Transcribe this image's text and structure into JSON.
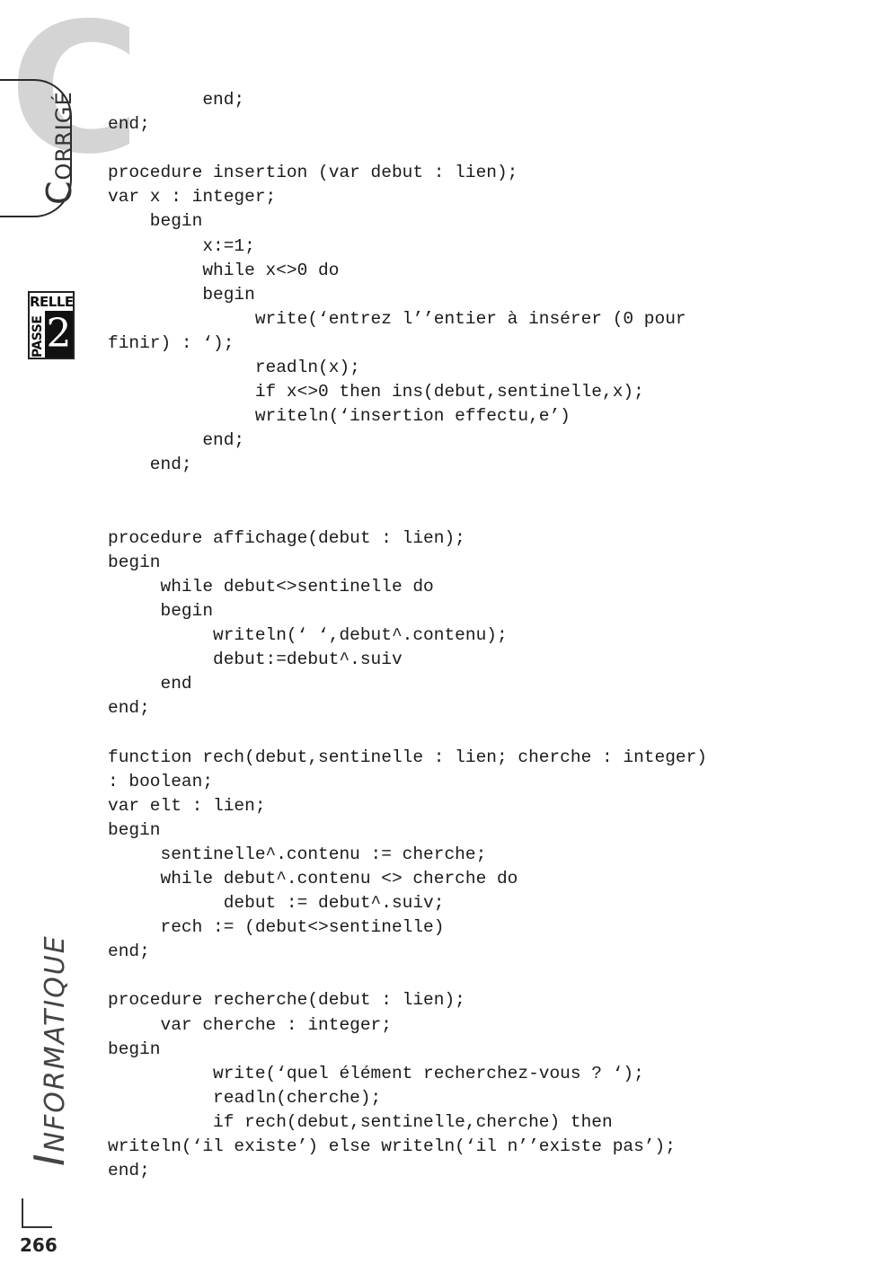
{
  "margin": {
    "section_letter": "C",
    "section_label_first": "C",
    "section_label_rest": "ORRIGÉ",
    "badge_top": "RELLE",
    "badge_side": "PASSE",
    "badge_number": "2",
    "subject_first": "I",
    "subject_rest": "NFORMATIQUE",
    "page_number": "266"
  },
  "code_lines": [
    "         end;",
    "end;",
    "",
    "procedure insertion (var debut : lien);",
    "var x : integer;",
    "    begin",
    "         x:=1;",
    "         while x<>0 do",
    "         begin",
    "              write(‘entrez l’’entier à insérer (0 pour",
    "finir) : ‘);",
    "              readln(x);",
    "              if x<>0 then ins(debut,sentinelle,x);",
    "              writeln(‘insertion effectu,e’)",
    "         end;",
    "    end;",
    "",
    "",
    "procedure affichage(debut : lien);",
    "begin",
    "     while debut<>sentinelle do",
    "     begin",
    "          writeln(‘ ‘,debut^.contenu);",
    "          debut:=debut^.suiv",
    "     end",
    "end;",
    "",
    "function rech(debut,sentinelle : lien; cherche : integer)",
    ": boolean;",
    "var elt : lien;",
    "begin",
    "     sentinelle^.contenu := cherche;",
    "     while debut^.contenu <> cherche do",
    "           debut := debut^.suiv;",
    "     rech := (debut<>sentinelle)",
    "end;",
    "",
    "procedure recherche(debut : lien);",
    "     var cherche : integer;",
    "begin",
    "          write(‘quel élément recherchez-vous ? ‘);",
    "          readln(cherche);",
    "          if rech(debut,sentinelle,cherche) then",
    "writeln(‘il existe’) else writeln(‘il n’’existe pas’);",
    "end;"
  ]
}
